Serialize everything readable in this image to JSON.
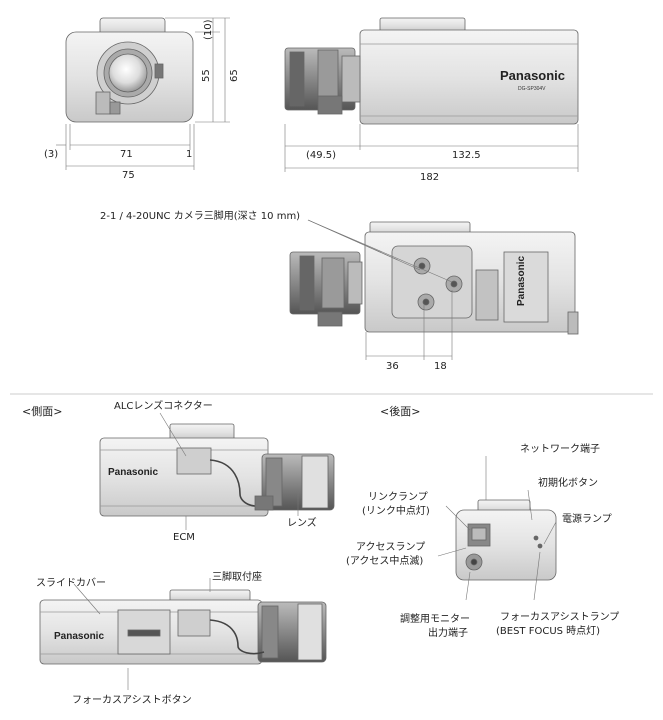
{
  "front_view": {
    "dims": {
      "d10": "(10)",
      "d55": "55",
      "d65": "65",
      "d3": "(3)",
      "d71": "71",
      "d1": "1",
      "d75": "75"
    }
  },
  "top_side_view": {
    "brand": "Panasonic",
    "model": "DG-SP304V",
    "dims": {
      "d49": "(49.5)",
      "d132": "132.5",
      "d182": "182"
    }
  },
  "bottom_view": {
    "tripod_label": "2-1 / 4-20UNC カメラ三脚用(深さ 10 mm)",
    "brand": "Panasonic",
    "dims": {
      "d36": "36",
      "d18": "18"
    }
  },
  "side_section": {
    "heading": "<側面>",
    "brand_top": "Panasonic",
    "brand_bottom": "Panasonic",
    "labels": {
      "alc": "ALCレンズコネクター",
      "ecm": "ECM",
      "lens": "レンズ",
      "slide_cover": "スライドカバー",
      "tripod_mount": "三脚取付座",
      "focus_button": "フォーカスアシストボタン"
    }
  },
  "rear_section": {
    "heading": "<後面>",
    "labels": {
      "network": "ネットワーク端子",
      "init": "初期化ボタン",
      "link_lamp": "リンクランプ",
      "link_lamp_sub": "(リンク中点灯)",
      "power_lamp": "電源ランプ",
      "access_lamp": "アクセスランプ",
      "access_lamp_sub": "(アクセス中点滅)",
      "monitor": "調整用モニター",
      "monitor_sub": "出力端子",
      "focus_lamp": "フォーカスアシストランプ",
      "focus_lamp_sub": "(BEST FOCUS 時点灯)"
    }
  }
}
